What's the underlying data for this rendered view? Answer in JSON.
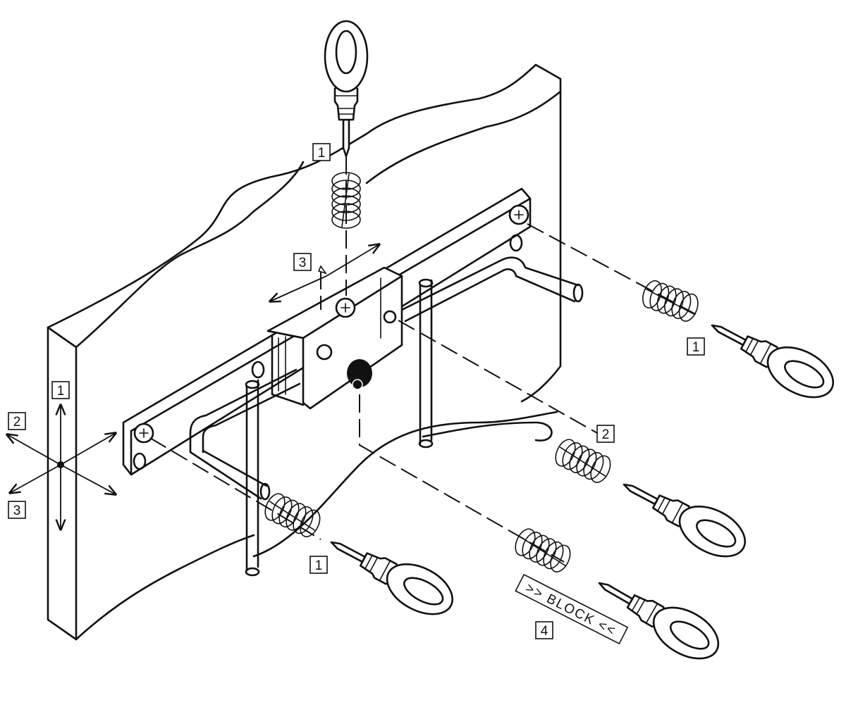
{
  "callouts": {
    "top_1": "1",
    "top_3": "3",
    "right_1": "1",
    "right_2": "2",
    "left_1": "1",
    "left_2": "2",
    "left_3": "3",
    "bottom_1": "1",
    "bottom_4": "4"
  },
  "block_label": ">> BLOCK <<",
  "colors": {
    "line": "#111111",
    "background": "#ffffff"
  }
}
